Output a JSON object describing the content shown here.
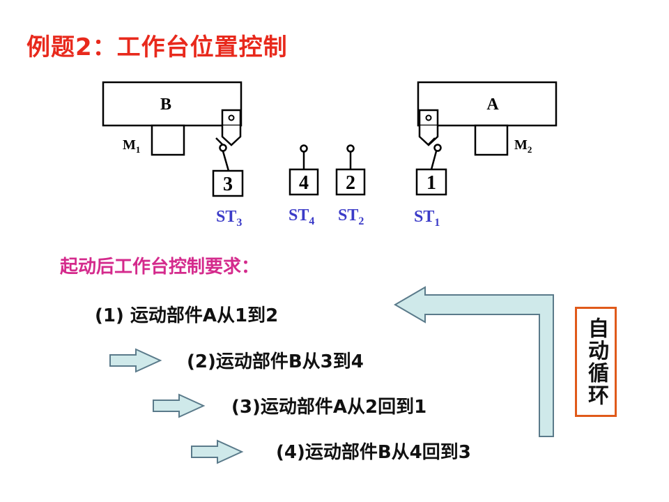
{
  "title": "例题2：工作台位置控制",
  "table_b_label": "B",
  "table_a_label": "A",
  "motor_1": {
    "base": "M",
    "sub": "1"
  },
  "motor_2": {
    "base": "M",
    "sub": "2"
  },
  "switches": [
    {
      "number": "3",
      "base": "ST",
      "sub": "3"
    },
    {
      "number": "4",
      "base": "ST",
      "sub": "4"
    },
    {
      "number": "2",
      "base": "ST",
      "sub": "2"
    },
    {
      "number": "1",
      "base": "ST",
      "sub": "1"
    }
  ],
  "requirements_heading": "起动后工作台控制要求：",
  "steps": [
    "(1) 运动部件A从1到2",
    "(2)运动部件B从3到4",
    "(3)运动部件A从2回到1",
    "(4)运动部件B从4回到3"
  ],
  "auto_cycle_label": "自动循环",
  "colors": {
    "title": "#e8291c",
    "heading": "#d42a8c",
    "switch_label": "#3b3bc8",
    "arrow_fill": "#cfe9ea",
    "arrow_stroke": "#5a7a8a",
    "auto_border": "#e05a1a"
  }
}
